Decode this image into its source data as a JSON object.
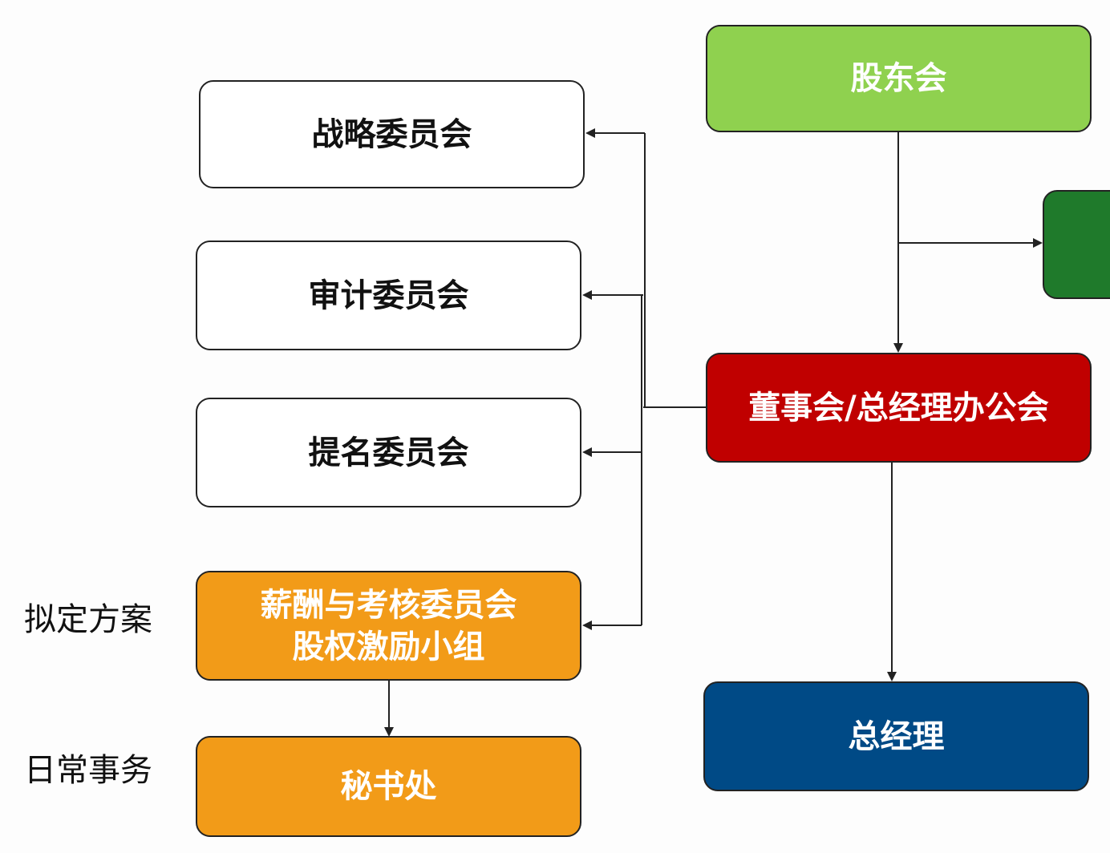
{
  "nodes": {
    "shareholders": {
      "label": "股东会",
      "color": "#8fd14f"
    },
    "partial_green": {
      "label": "",
      "color": "#1f7a2b"
    },
    "board": {
      "label": "董事会/总经理办公会",
      "color": "#c00000"
    },
    "general_manager": {
      "label": "总经理",
      "color": "#004a86"
    },
    "strategy": {
      "label": "战略委员会"
    },
    "audit": {
      "label": "审计委员会"
    },
    "nomination": {
      "label": "提名委员会"
    },
    "compensation": {
      "line1": "薪酬与考核委员会",
      "line2": "股权激励小组",
      "color": "#f29b18"
    },
    "secretariat": {
      "label": "秘书处",
      "color": "#f29b18"
    }
  },
  "side_labels": {
    "draft_plan": "拟定方案",
    "daily_affairs": "日常事务"
  },
  "colors": {
    "line": "#222222",
    "border": "#222222"
  }
}
